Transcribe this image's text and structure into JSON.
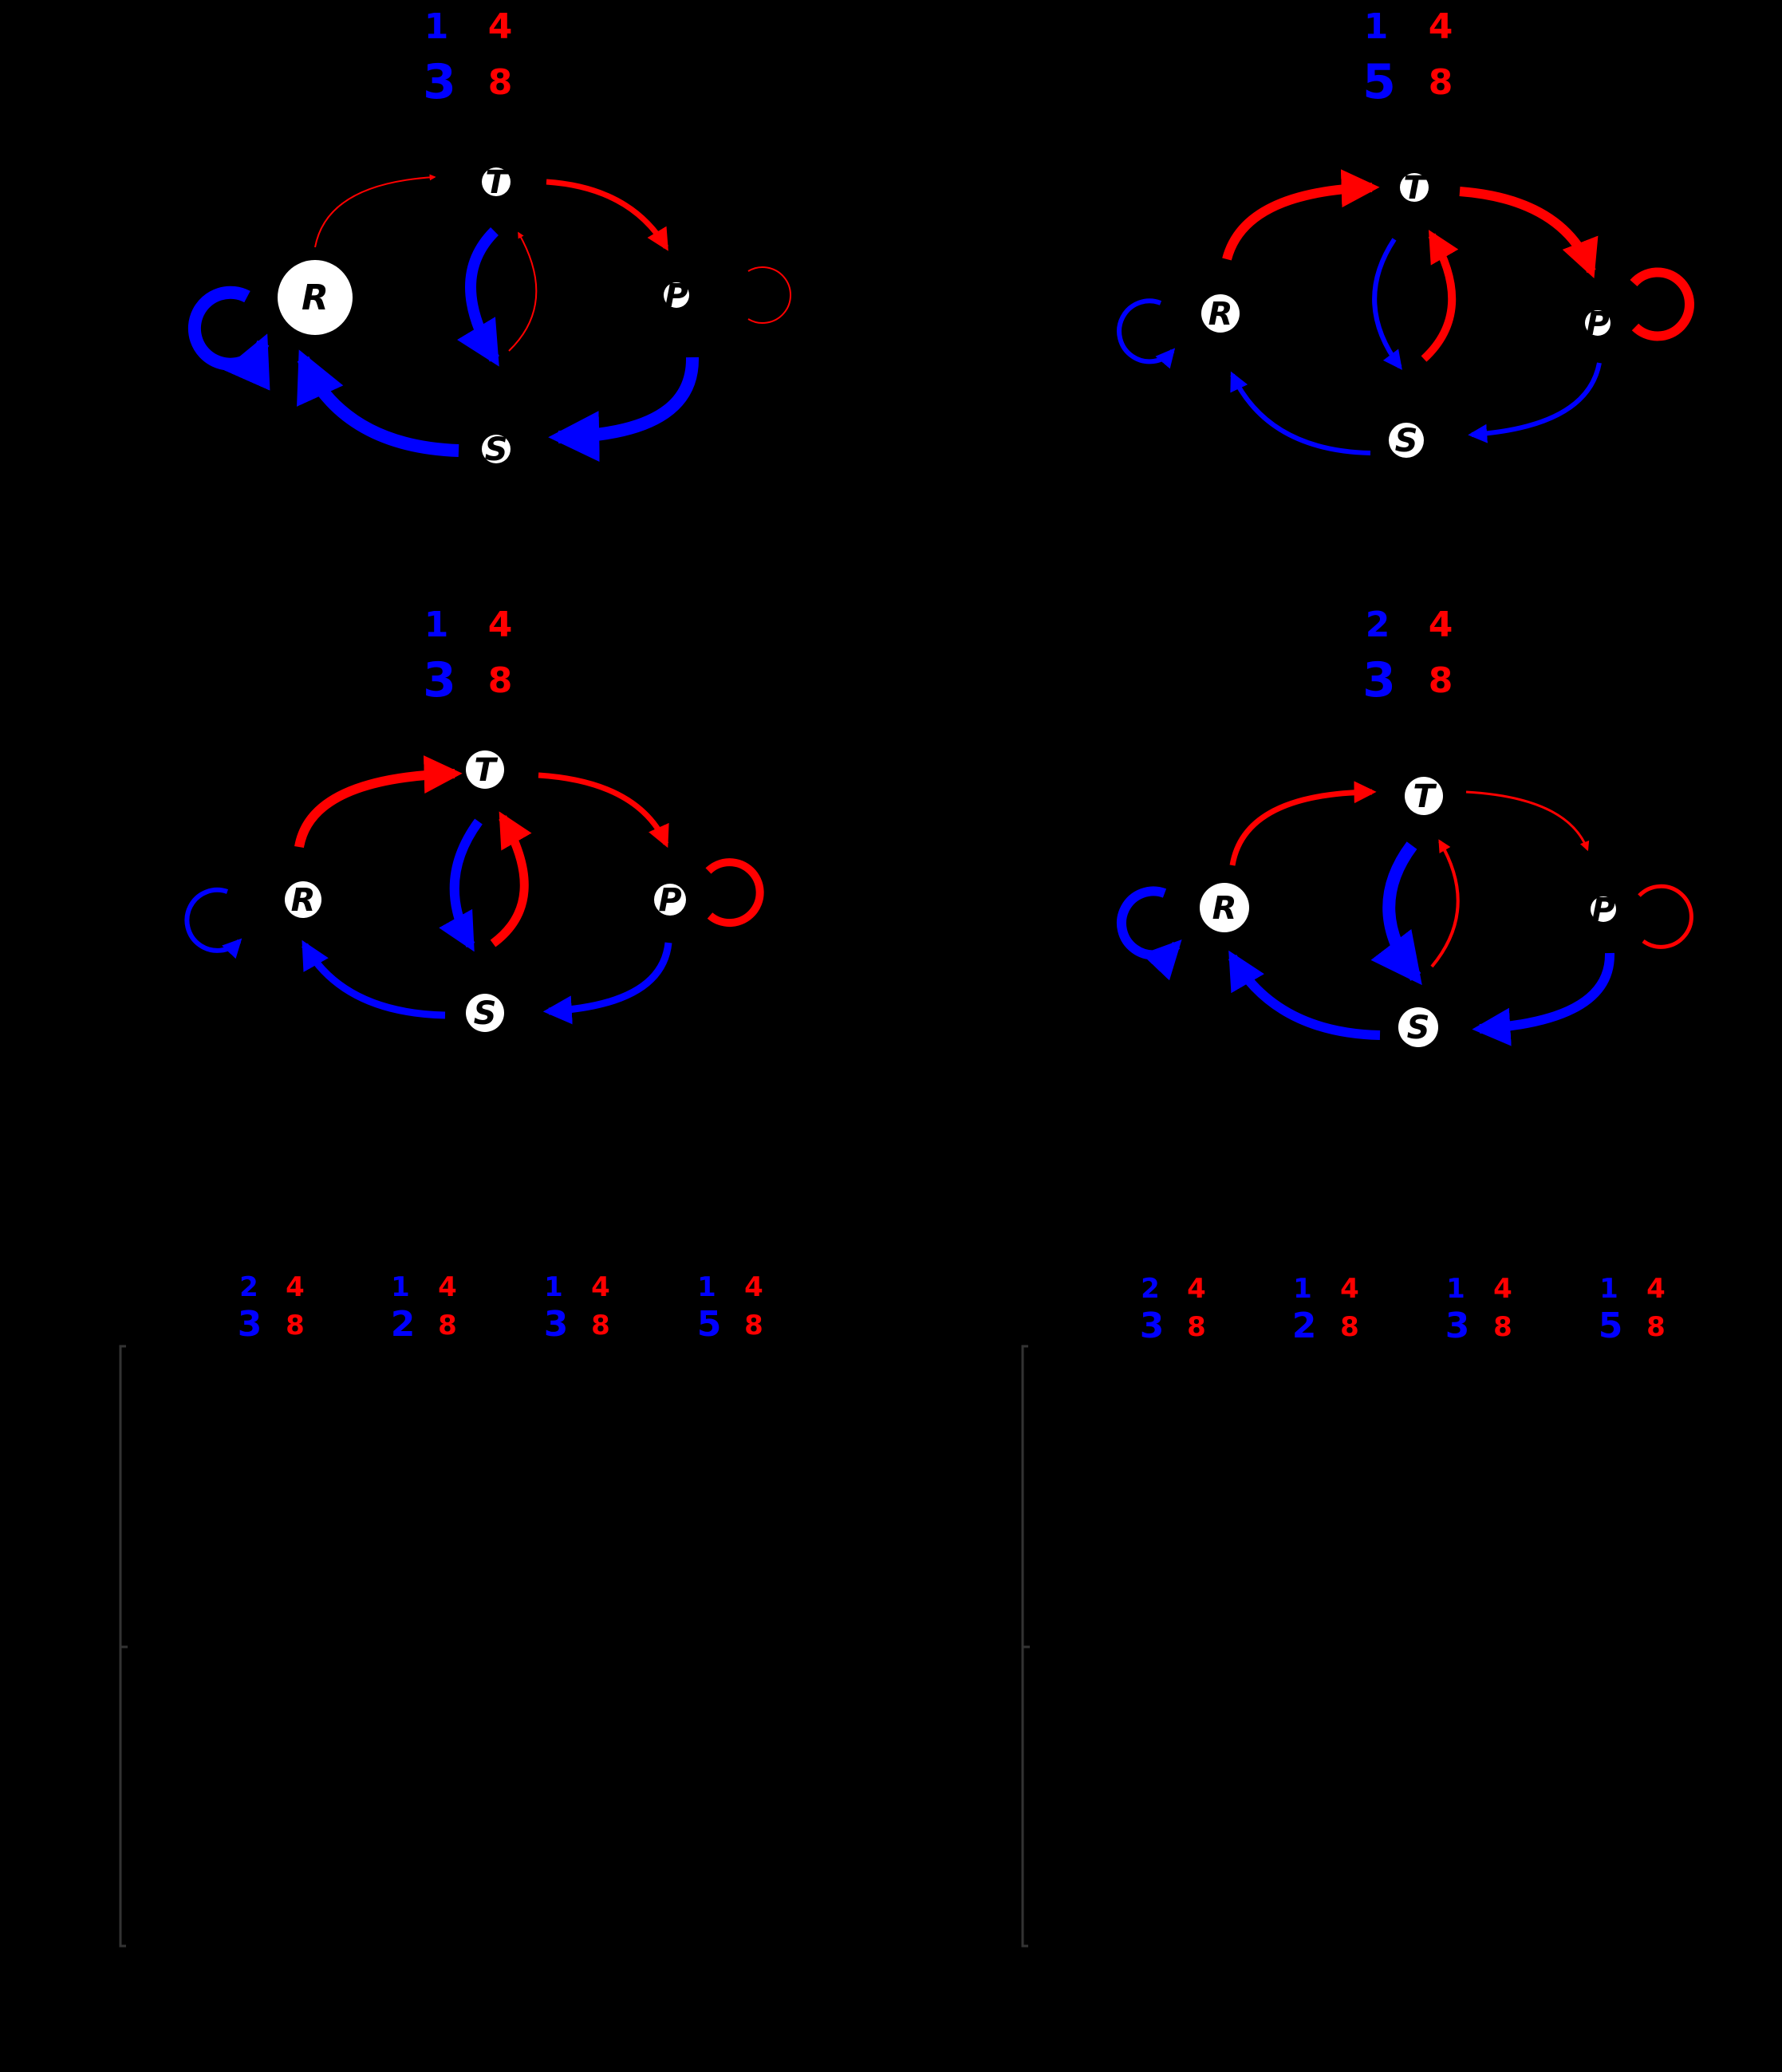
{
  "colors": {
    "blue": "#0000ff",
    "red": "#ff0000",
    "node_fill": "#ffffff",
    "background": "#000000",
    "axis": "#333333"
  },
  "panels": [
    {
      "id": "top-left",
      "payoff_labels": {
        "top_left": "1",
        "top_right": "4",
        "bottom_left": "3",
        "bottom_right": "8"
      },
      "nodes": {
        "T": "T",
        "R": "R",
        "P": "P",
        "S": "S"
      }
    },
    {
      "id": "top-right",
      "payoff_labels": {
        "top_left": "1",
        "top_right": "4",
        "bottom_left": "5",
        "bottom_right": "8"
      },
      "nodes": {
        "T": "T",
        "R": "R",
        "P": "P",
        "S": "S"
      }
    },
    {
      "id": "middle-left",
      "payoff_labels": {
        "top_left": "1",
        "top_right": "4",
        "bottom_left": "3",
        "bottom_right": "8"
      },
      "nodes": {
        "T": "T",
        "R": "R",
        "P": "P",
        "S": "S"
      }
    },
    {
      "id": "middle-right",
      "payoff_labels": {
        "top_left": "2",
        "top_right": "4",
        "bottom_left": "3",
        "bottom_right": "8"
      },
      "nodes": {
        "T": "T",
        "R": "R",
        "P": "P",
        "S": "S"
      }
    }
  ],
  "bottom_left_labels": [
    {
      "top_left": "2",
      "top_right": "4",
      "bottom_left": "3",
      "bottom_right": "8"
    },
    {
      "top_left": "1",
      "top_right": "4",
      "bottom_left": "2",
      "bottom_right": "8"
    },
    {
      "top_left": "1",
      "top_right": "4",
      "bottom_left": "3",
      "bottom_right": "8"
    },
    {
      "top_left": "1",
      "top_right": "4",
      "bottom_left": "5",
      "bottom_right": "8"
    }
  ],
  "bottom_right_labels": [
    {
      "top_left": "2",
      "top_right": "4",
      "bottom_left": "3",
      "bottom_right": "8"
    },
    {
      "top_left": "1",
      "top_right": "4",
      "bottom_left": "2",
      "bottom_right": "8"
    },
    {
      "top_left": "1",
      "top_right": "4",
      "bottom_left": "3",
      "bottom_right": "8"
    },
    {
      "top_left": "1",
      "top_right": "4",
      "bottom_left": "5",
      "bottom_right": "8"
    }
  ]
}
